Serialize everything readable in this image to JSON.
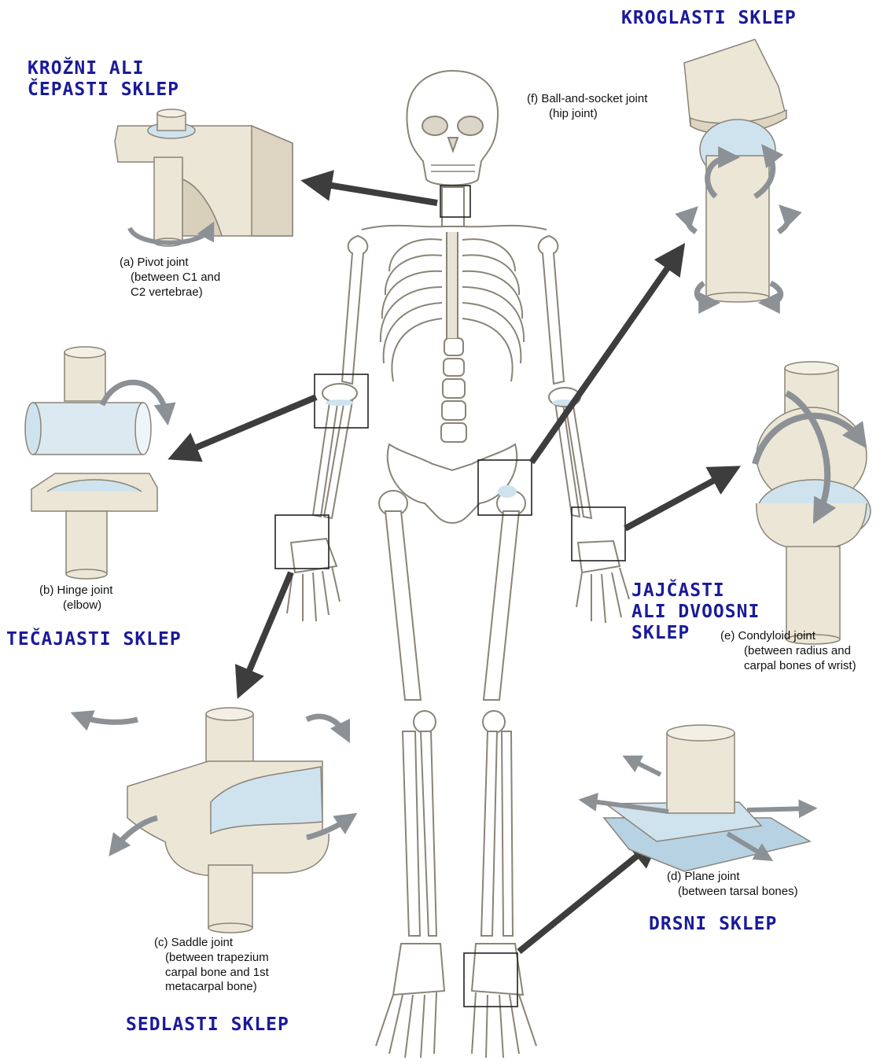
{
  "slovene_labels": {
    "krozni": [
      "KROŽNI ALI",
      "ČEPASTI SKLEP"
    ],
    "kroglasti": "KROGLASTI SKLEP",
    "tecajasti": "TEČAJASTI SKLEP",
    "jajcasti": [
      "JAJČASTI",
      "ALI DVOOSNI",
      "SKLEP"
    ],
    "drsni": "DRSNI SKLEP",
    "sedlasti": "SEDLASTI SKLEP"
  },
  "joints": {
    "pivot": [
      "(a) Pivot joint",
      "(between C1 and",
      "C2 vertebrae)"
    ],
    "hinge": [
      "(b) Hinge joint",
      "(elbow)"
    ],
    "saddle": [
      "(c) Saddle joint",
      "(between trapezium",
      "carpal bone and 1st",
      "metacarpal bone)"
    ],
    "plane": [
      "(d) Plane joint",
      "(between tarsal bones)"
    ],
    "condyloid": [
      "(e) Condyloid joint",
      "(between radius and",
      "carpal bones of wrist)"
    ],
    "ball": [
      "(f) Ball-and-socket joint",
      "(hip joint)"
    ]
  },
  "colors": {
    "bone_fill": "#ece6d6",
    "bone_stroke": "#8a8478",
    "cartilage": "#cfe3ef",
    "arrow": "#3d3d3d",
    "slovene_text": "#1a1a9a"
  }
}
